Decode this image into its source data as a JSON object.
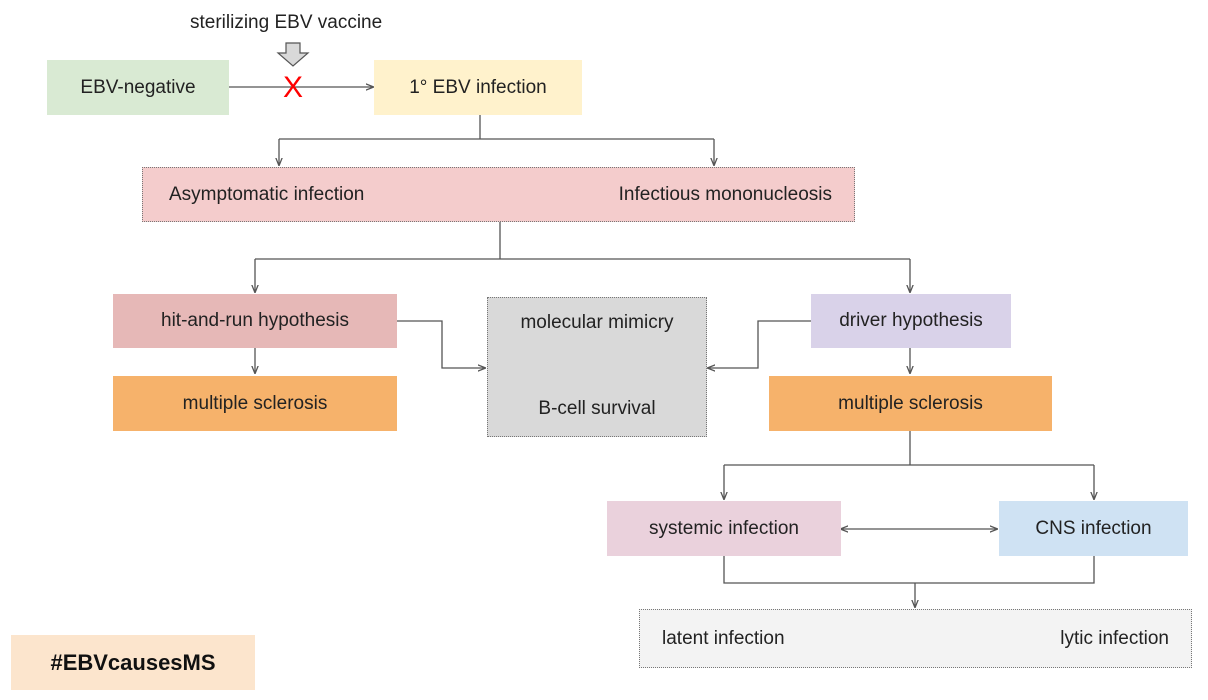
{
  "vaccine": {
    "label": "sterilizing EBV vaccine",
    "block_mark": "X"
  },
  "nodes": {
    "ebv_negative": {
      "label": "EBV-negative",
      "color": "#d9ead3"
    },
    "primary_infection": {
      "label": "1° EBV infection",
      "color": "#fff2cc"
    },
    "outcome_group": {
      "color": "#f4cccc",
      "left": "Asymptomatic infection",
      "right": "Infectious mononucleosis"
    },
    "hit_and_run": {
      "label": "hit-and-run hypothesis",
      "color": "#e6b8b7"
    },
    "ms_left": {
      "label": "multiple sclerosis",
      "color": "#f6b26b"
    },
    "mechanisms": {
      "color": "#d9d9d9",
      "top": "molecular mimicry",
      "bottom": "B-cell survival"
    },
    "driver": {
      "label": "driver hypothesis",
      "color": "#d9d2e9"
    },
    "ms_right": {
      "label": "multiple sclerosis",
      "color": "#f6b26b"
    },
    "systemic": {
      "label": "systemic infection",
      "color": "#ead1dc"
    },
    "cns": {
      "label": "CNS infection",
      "color": "#cfe2f3"
    },
    "infection_state": {
      "color": "#f3f3f3",
      "left": "latent infection",
      "right": "lytic infection"
    }
  },
  "hashtag": {
    "label": "#EBVcausesMS",
    "color": "#fce5cd"
  },
  "colors": {
    "edge": "#555555",
    "block": "#ff0000",
    "vaccine_arrow": "#d9d9d9"
  }
}
